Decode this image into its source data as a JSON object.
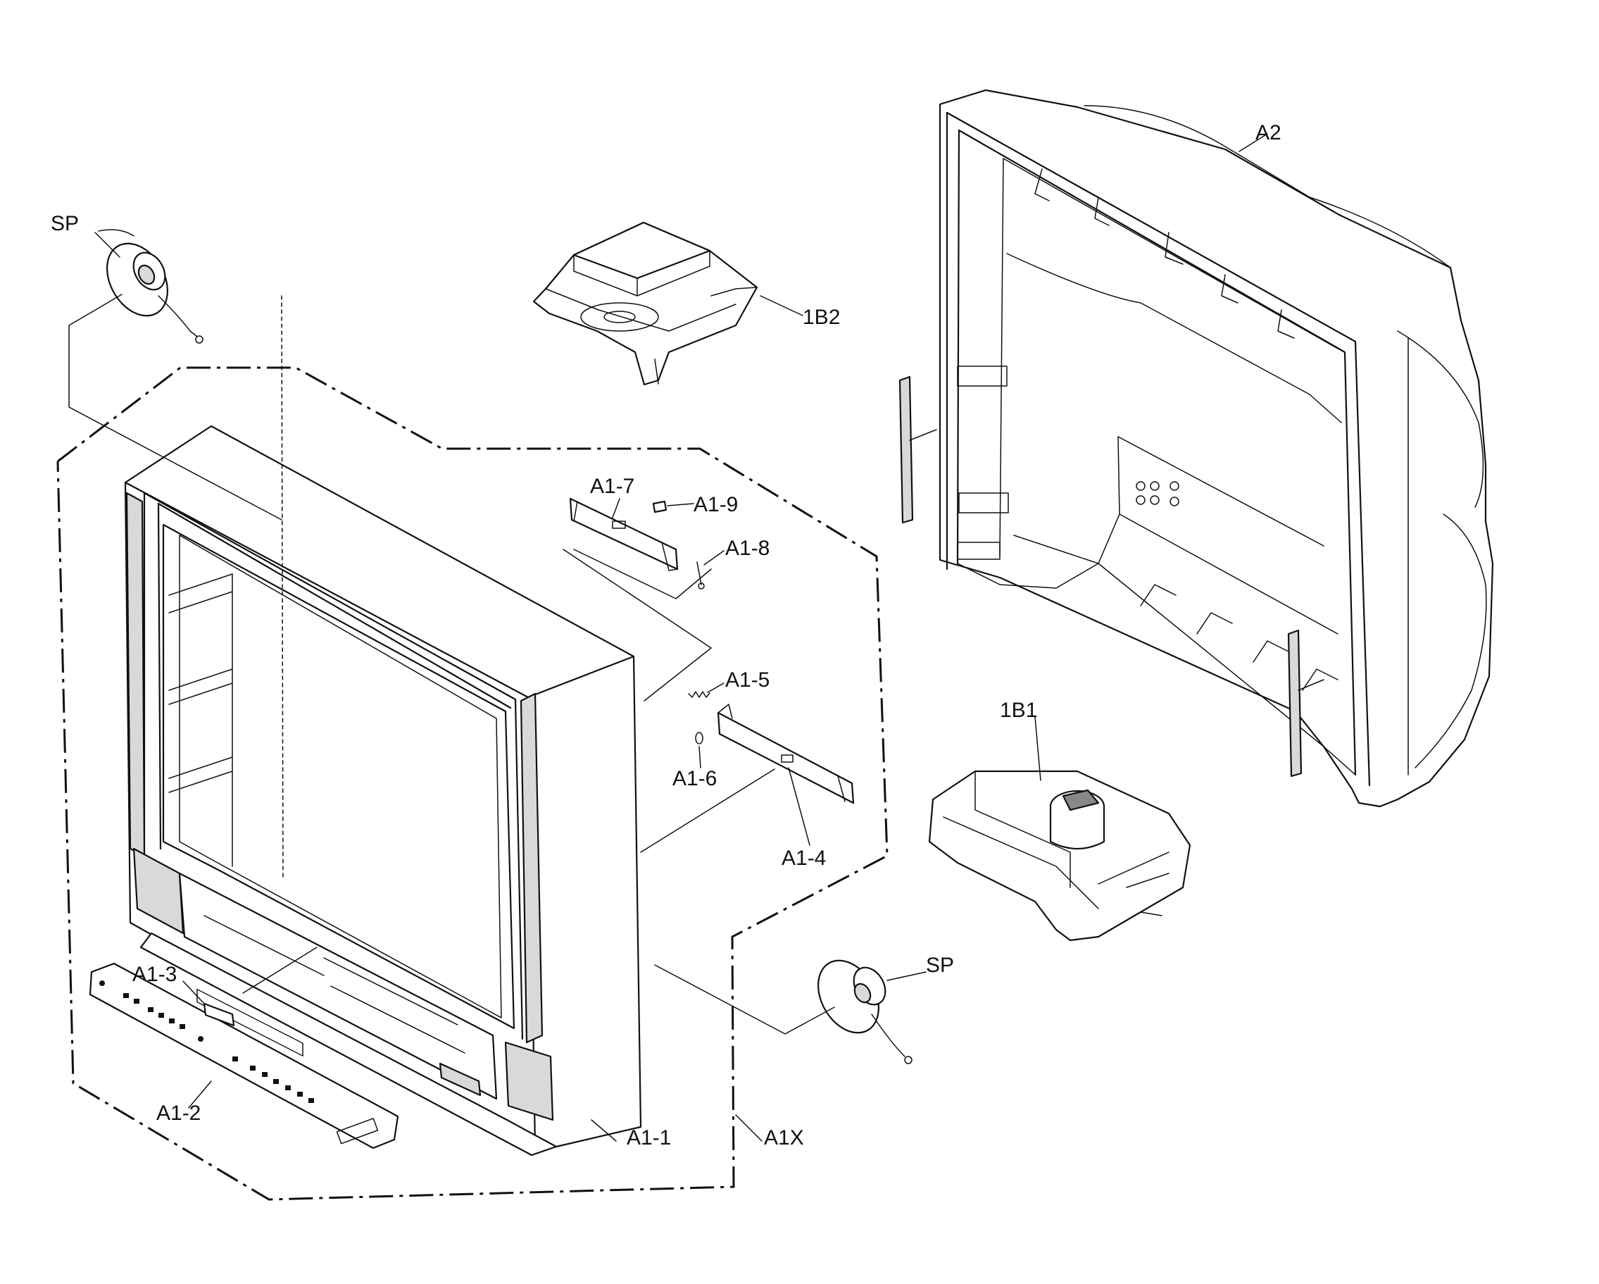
{
  "labels": {
    "sp_top": "SP",
    "sp_bottom": "SP",
    "a2": "A2",
    "b2": "1B2",
    "b1": "1B1",
    "a1_1": "A1-1",
    "a1_2": "A1-2",
    "a1_3": "A1-3",
    "a1_4": "A1-4",
    "a1_5": "A1-5",
    "a1_6": "A1-6",
    "a1_7": "A1-7",
    "a1_8": "A1-8",
    "a1_9": "A1-9",
    "a1x": "A1X"
  }
}
